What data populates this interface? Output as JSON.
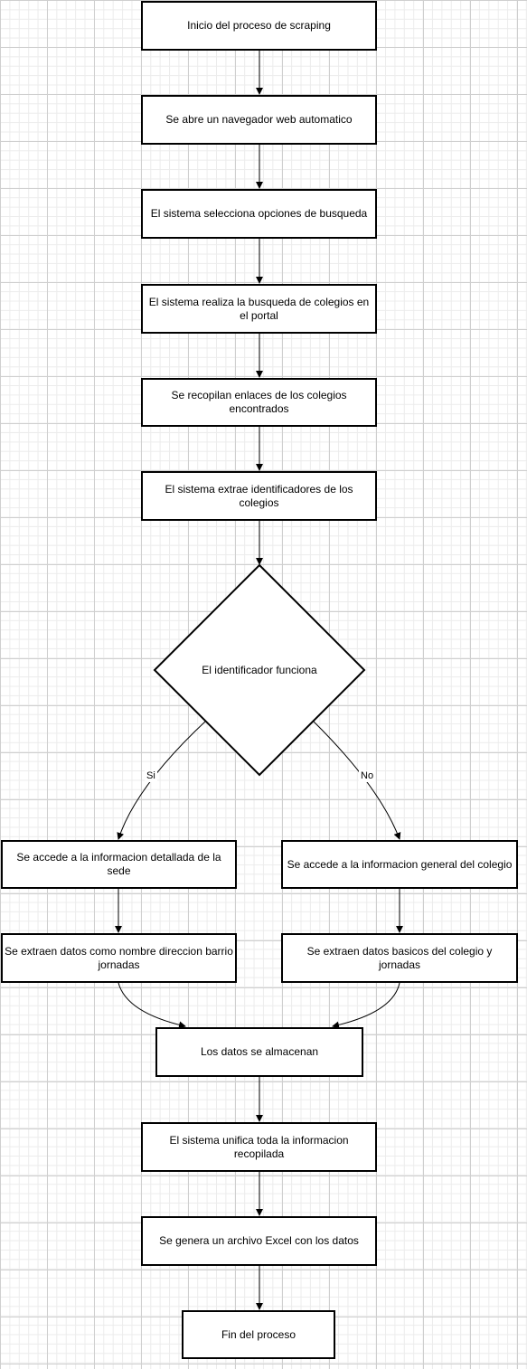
{
  "nodes": {
    "start": "Inicio del proceso de scraping",
    "browser": "Se abre un navegador web automatico",
    "options": "El sistema selecciona opciones de busqueda",
    "search": "El sistema realiza la busqueda de colegios en el portal",
    "links": "Se recopilan enlaces de los colegios encontrados",
    "ids": "El sistema extrae identificadores de los colegios",
    "decision": "El identificador funciona",
    "yes_detail": "Se accede a la informacion detallada de la sede",
    "yes_extract": "Se extraen datos como nombre direccion barrio jornadas",
    "no_general": "Se accede a la informacion general del colegio",
    "no_extract": "Se extraen datos basicos del colegio y jornadas",
    "store": "Los datos se almacenan",
    "unify": "El sistema unifica toda la informacion recopilada",
    "excel": "Se genera un archivo Excel con los datos",
    "end": "Fin del proceso"
  },
  "edge_labels": {
    "yes": "Si",
    "no": "No"
  }
}
